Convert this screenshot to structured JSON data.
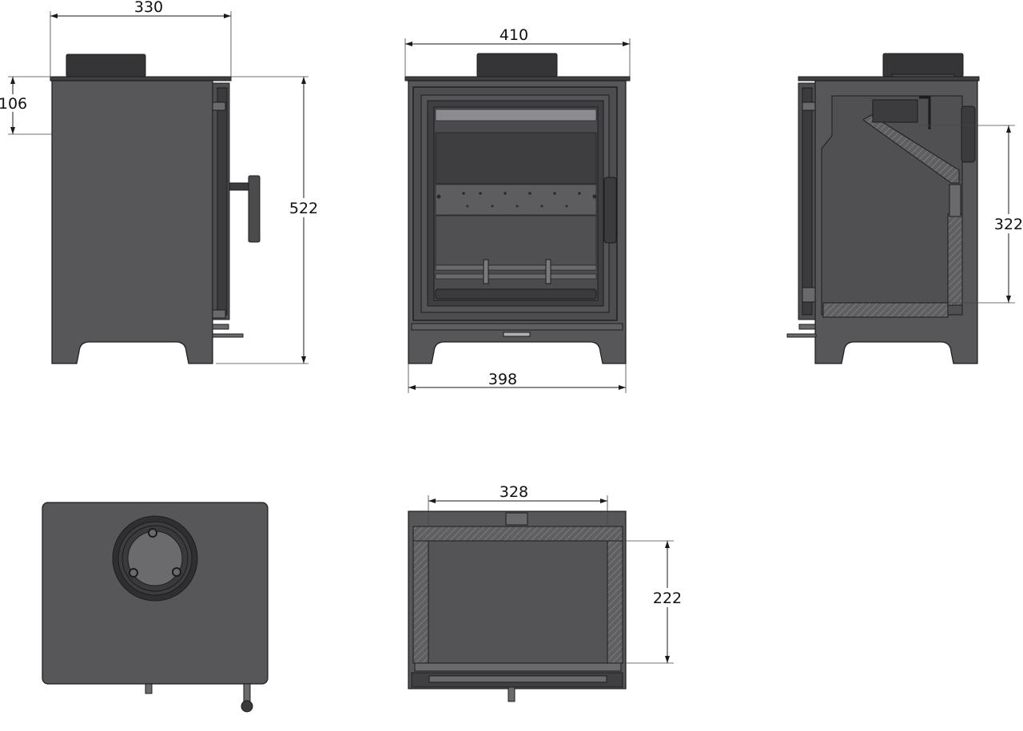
{
  "colors": {
    "body": "#57575a",
    "outline": "#1c1c1e",
    "dark": "#353537",
    "mid": "#6a6a6d",
    "light": "#8c8c90",
    "glass": "#4a4a4d",
    "hatch": "#7a7a7e",
    "dimension": "#1a1a1a"
  },
  "views": {
    "side_left": {
      "label": "side-view-left"
    },
    "front": {
      "label": "front-view"
    },
    "side_section": {
      "label": "side-section-view"
    },
    "top": {
      "label": "top-view"
    },
    "plan_section": {
      "label": "plan-section-view"
    }
  },
  "dimensions": {
    "side_width": "330",
    "flue_height": "106",
    "overall_height": "522",
    "front_top_width": "410",
    "front_base_width": "398",
    "firebox_height": "322",
    "firebox_width": "328",
    "firebox_depth": "222"
  }
}
